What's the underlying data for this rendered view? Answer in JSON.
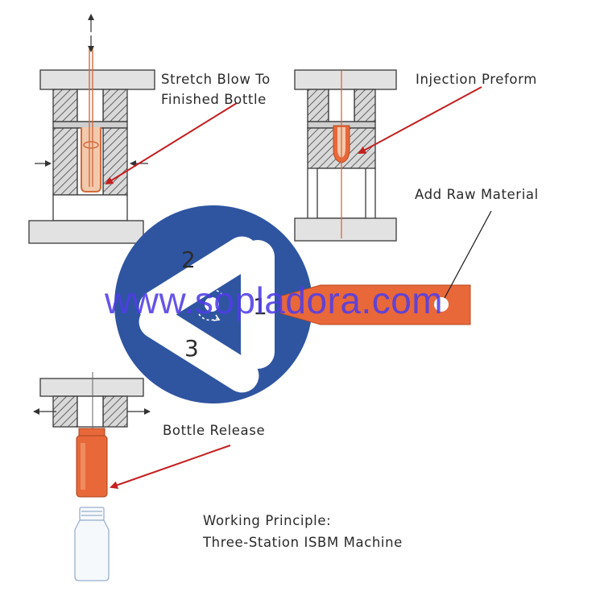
{
  "labels": {
    "stretch_blow_line1": "Stretch Blow To",
    "stretch_blow_line2": "Finished Bottle",
    "injection_preform": "Injection Preform",
    "add_raw_material": "Add Raw Material",
    "bottle_release": "Bottle Release",
    "principle_line1": "Working Principle:",
    "principle_line2": "Three-Station ISBM Machine"
  },
  "stations": [
    "1",
    "2",
    "3"
  ],
  "watermark": "www.sopladora.com",
  "colors": {
    "turntable": "#2f55a1",
    "preform": "#e8683a",
    "arrow": "#c42020",
    "steel": "#dcdcdc",
    "outline": "#3a3a3a",
    "watermark": "#5a3ce6"
  }
}
